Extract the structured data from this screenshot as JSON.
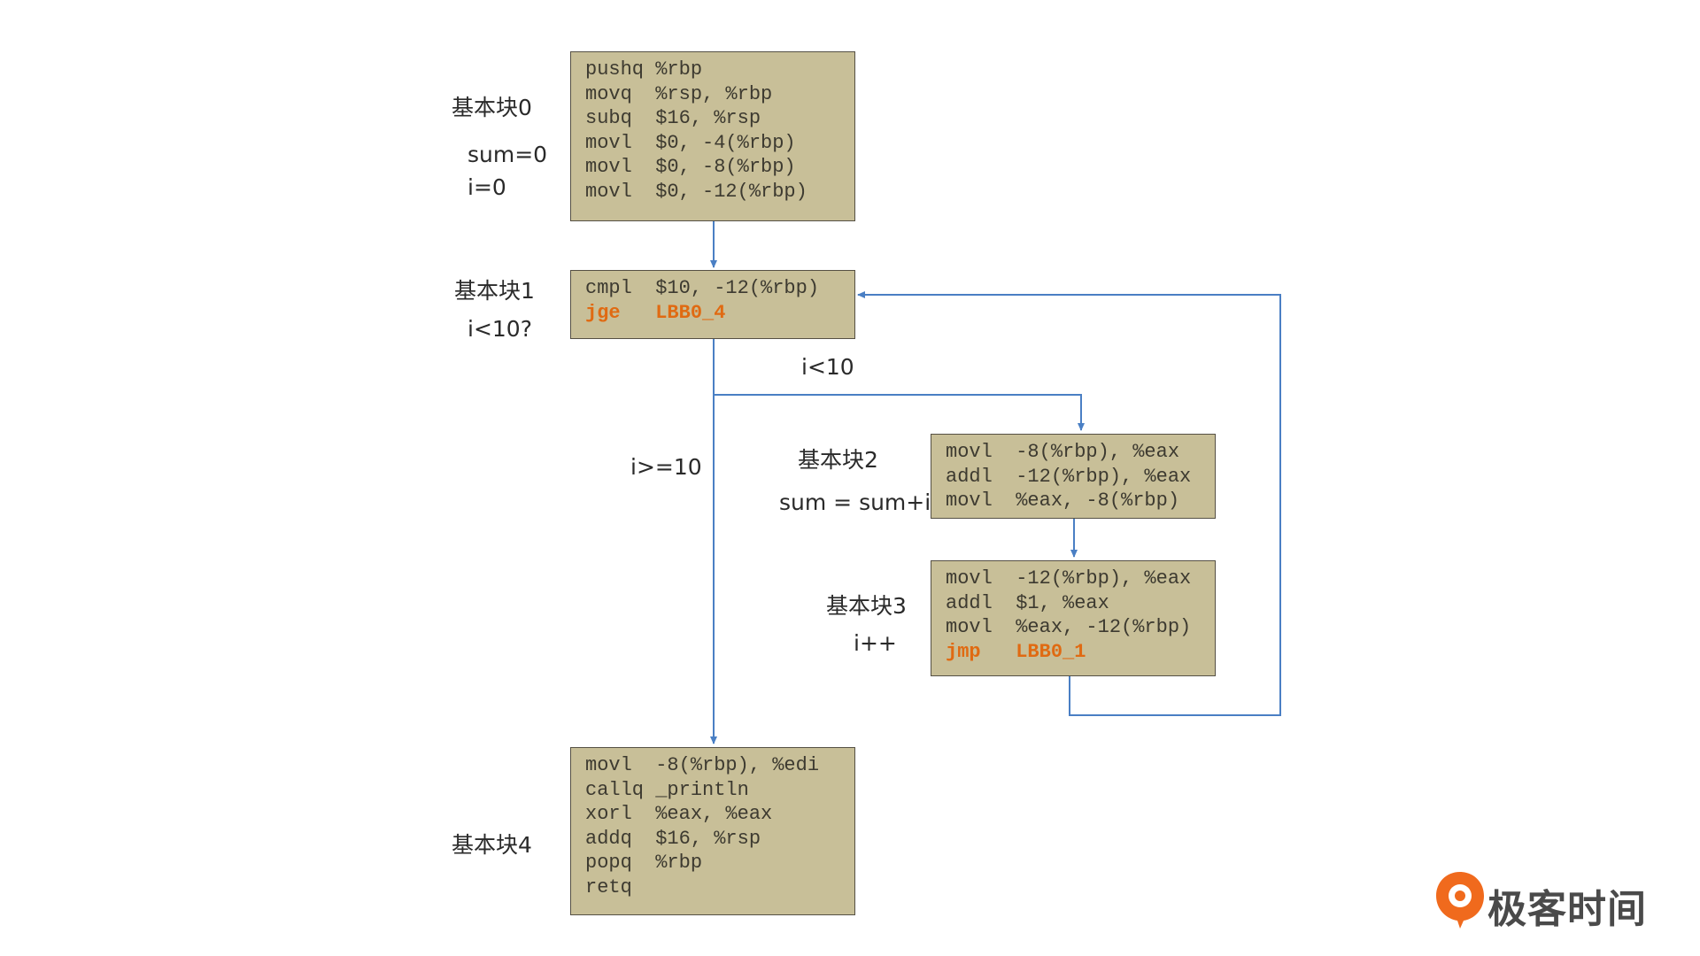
{
  "blocks": {
    "b0": {
      "name": "基本块0",
      "note_lines": [
        "sum=0",
        "i=0"
      ],
      "code": [
        {
          "text": "pushq %rbp",
          "hl": false
        },
        {
          "text": "movq  %rsp, %rbp",
          "hl": false
        },
        {
          "text": "subq  $16, %rsp",
          "hl": false
        },
        {
          "text": "movl  $0, -4(%rbp)",
          "hl": false
        },
        {
          "text": "movl  $0, -8(%rbp)",
          "hl": false
        },
        {
          "text": "movl  $0, -12(%rbp)",
          "hl": false
        }
      ]
    },
    "b1": {
      "name": "基本块1",
      "note_lines": [
        "i<10?"
      ],
      "code": [
        {
          "text": "cmpl  $10, -12(%rbp)",
          "hl": false
        },
        {
          "text": "jge   LBB0_4",
          "hl": true
        }
      ]
    },
    "b2": {
      "name": "基本块2",
      "note_lines": [
        "sum = sum+i"
      ],
      "code": [
        {
          "text": "movl  -8(%rbp), %eax",
          "hl": false
        },
        {
          "text": "addl  -12(%rbp), %eax",
          "hl": false
        },
        {
          "text": "movl  %eax, -8(%rbp)",
          "hl": false
        }
      ]
    },
    "b3": {
      "name": "基本块3",
      "note_lines": [
        "i++"
      ],
      "code": [
        {
          "text": "movl  -12(%rbp), %eax",
          "hl": false
        },
        {
          "text": "addl  $1, %eax",
          "hl": false
        },
        {
          "text": "movl  %eax, -12(%rbp)",
          "hl": false
        },
        {
          "text": "jmp   LBB0_1",
          "hl": true
        }
      ]
    },
    "b4": {
      "name": "基本块4",
      "note_lines": [],
      "code": [
        {
          "text": "movl  -8(%rbp), %edi",
          "hl": false
        },
        {
          "text": "callq _println",
          "hl": false
        },
        {
          "text": "xorl  %eax, %eax",
          "hl": false
        },
        {
          "text": "addq  $16, %rsp",
          "hl": false
        },
        {
          "text": "popq  %rbp",
          "hl": false
        },
        {
          "text": "retq",
          "hl": false
        }
      ]
    }
  },
  "edge_labels": {
    "loop_enter": "i<10",
    "loop_exit": "i>=10"
  },
  "colors": {
    "block_fill": "#c8bf98",
    "block_border": "#555044",
    "edge": "#4a7fc4",
    "highlight": "#e06a12"
  },
  "logo": {
    "text": "极客时间",
    "icon": "geektime-logo-icon",
    "brand_color": "#f06a1d"
  }
}
